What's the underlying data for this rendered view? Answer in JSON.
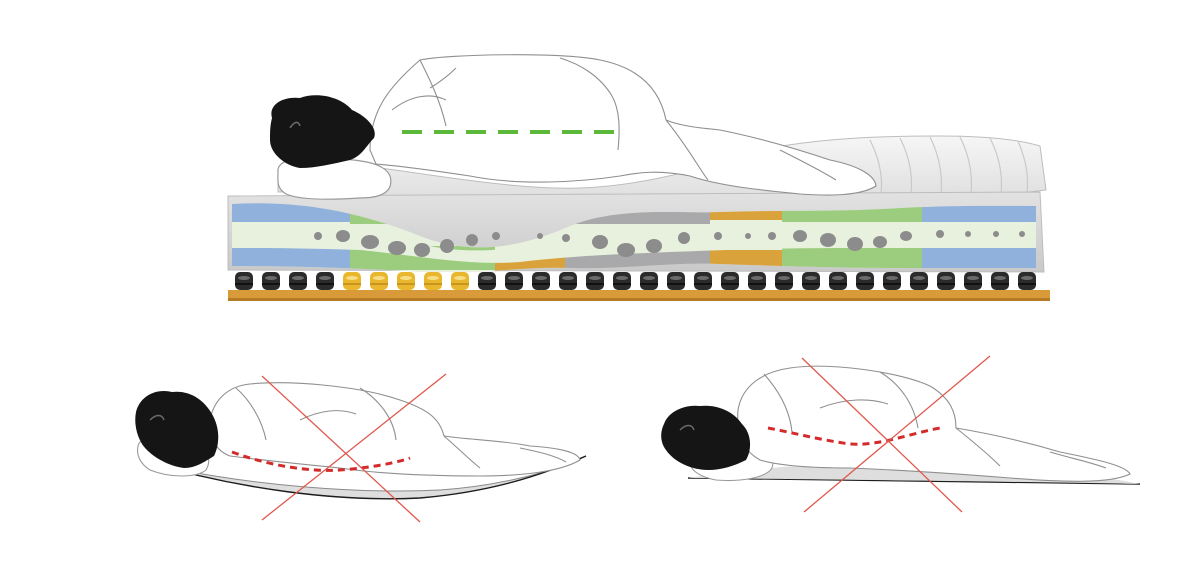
{
  "illustration": {
    "panels": [
      {
        "id": "correct",
        "spine": "straight",
        "verdict": "correct"
      },
      {
        "id": "too-soft",
        "spine": "sagging",
        "verdict": "incorrect"
      },
      {
        "id": "too-hard",
        "spine": "curved",
        "verdict": "incorrect"
      }
    ],
    "colors": {
      "spine_correct": "#5cb83a",
      "spine_incorrect": "#d42a2a",
      "cross": "#e0584e",
      "hair": "#151515",
      "outline": "#9a9a9a",
      "shadow": "#d8d8d8",
      "mattress_cover": "#ededed",
      "zone_blue": "#8fb1dc",
      "zone_green": "#9ccd7e",
      "zone_orange": "#d9a23a",
      "zone_gray": "#a9a9ab",
      "foam": "#e7f1de",
      "base": "#d99a3a",
      "spring_dark": "#2b2b2b",
      "spring_gold": "#e8b72e"
    }
  }
}
